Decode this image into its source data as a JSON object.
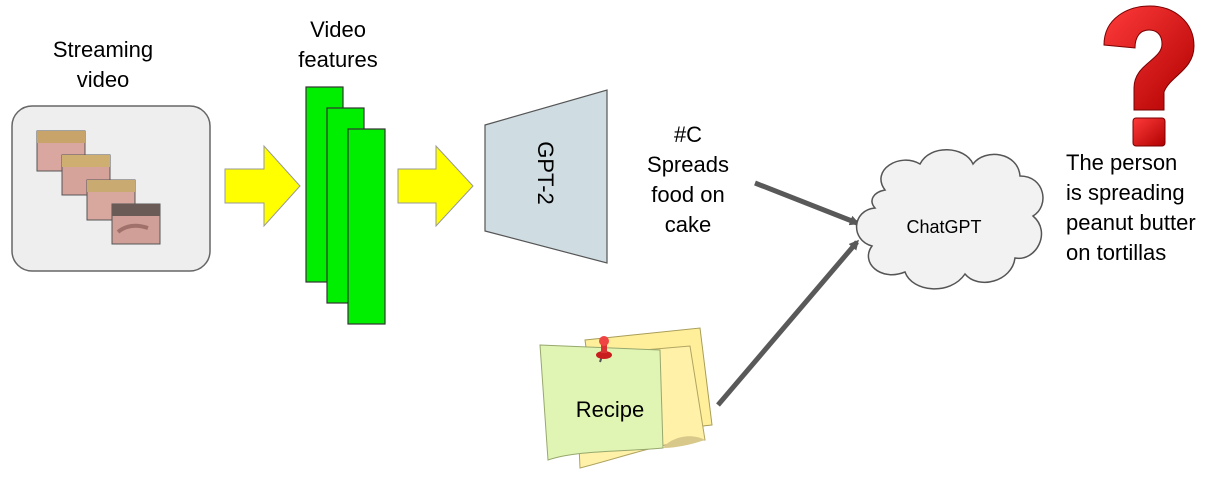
{
  "labels": {
    "streaming_video": "Streaming\nvideo",
    "video_features": "Video\nfeatures",
    "gpt2": "GPT-2",
    "caption": "#C\nSpreads\nfood on\ncake",
    "chatgpt": "ChatGPT",
    "recipe": "Recipe",
    "answer": "The person\nis spreading\npeanut butter\non tortillas",
    "question_mark": "?"
  },
  "colors": {
    "feature_green": "#00ee00",
    "arrow_yellow": "#ffff00",
    "gpt_fill": "#cfdde3",
    "video_box": "#eeeeee",
    "note_yellow": "#ffef9a",
    "note_green": "#e0f5b4",
    "question_red": "#e01010",
    "connector_gray": "#595959"
  },
  "icons": [
    "video-frames",
    "push-pin-icon",
    "question-mark-icon",
    "cloud-shape"
  ]
}
